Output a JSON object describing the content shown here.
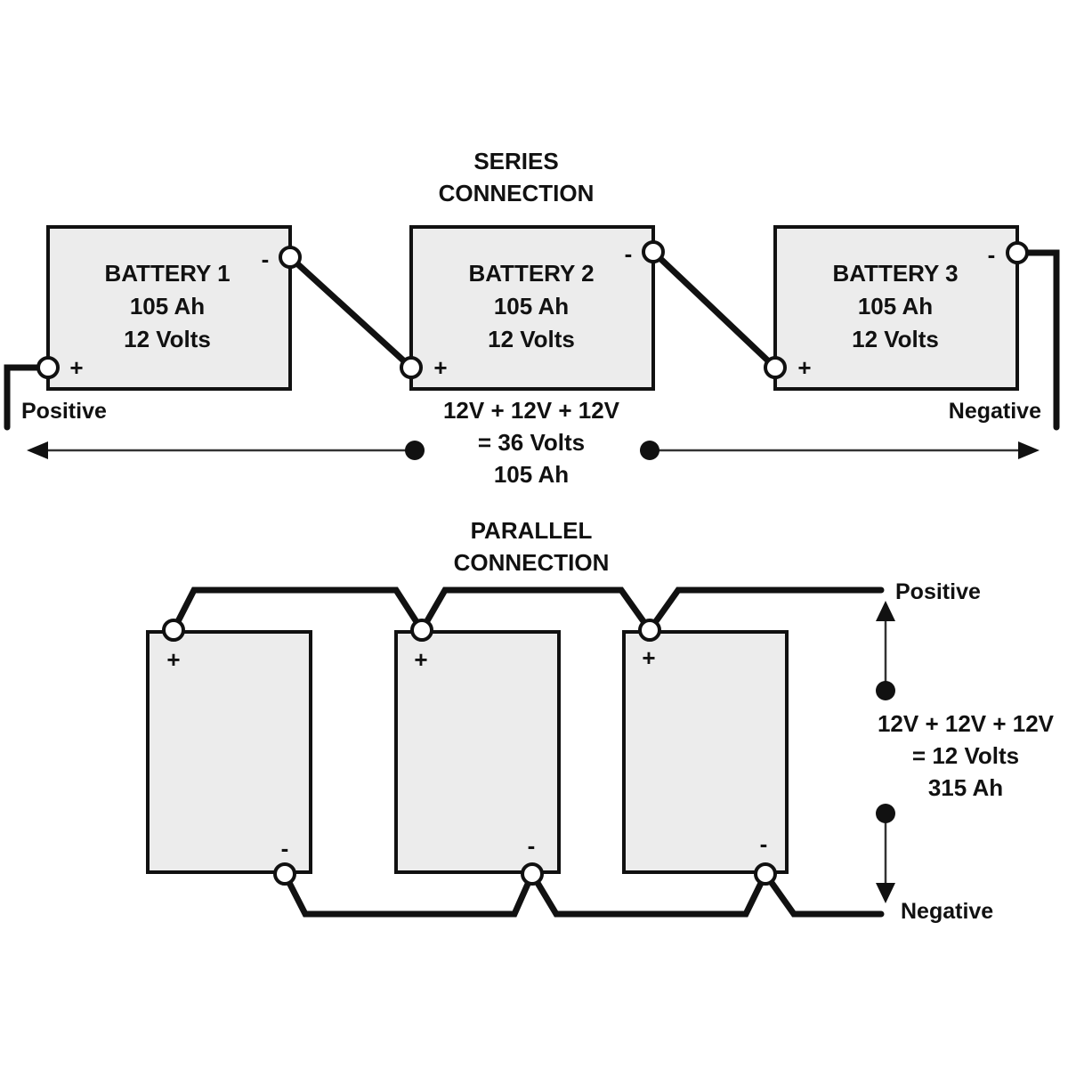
{
  "series": {
    "title_line1": "SERIES",
    "title_line2": "CONNECTION",
    "batteries": [
      {
        "name": "BATTERY 1",
        "capacity": "105 Ah",
        "voltage": "12 Volts",
        "pos_sign": "+",
        "neg_sign": "-"
      },
      {
        "name": "BATTERY 2",
        "capacity": "105 Ah",
        "voltage": "12 Volts",
        "pos_sign": "+",
        "neg_sign": "-"
      },
      {
        "name": "BATTERY 3",
        "capacity": "105 Ah",
        "voltage": "12 Volts",
        "pos_sign": "+",
        "neg_sign": "-"
      }
    ],
    "positive_label": "Positive",
    "negative_label": "Negative",
    "formula_line1": "12V + 12V + 12V",
    "formula_line2": "= 36 Volts",
    "formula_line3": "105 Ah"
  },
  "parallel": {
    "title_line1": "PARALLEL",
    "title_line2": "CONNECTION",
    "batteries": [
      {
        "pos_sign": "+",
        "neg_sign": "-"
      },
      {
        "pos_sign": "+",
        "neg_sign": "-"
      },
      {
        "pos_sign": "+",
        "neg_sign": "-"
      }
    ],
    "positive_label": "Positive",
    "negative_label": "Negative",
    "formula_line1": "12V + 12V + 12V",
    "formula_line2": "= 12 Volts",
    "formula_line3": "315 Ah"
  }
}
